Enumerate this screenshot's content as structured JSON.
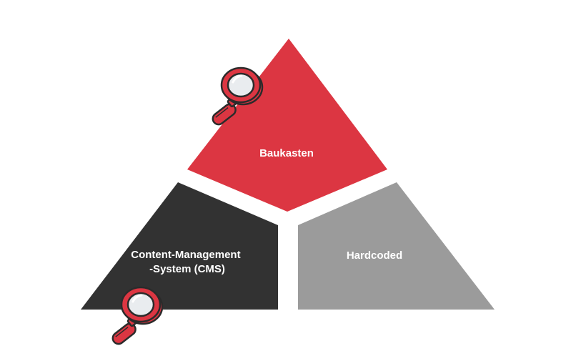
{
  "diagram": {
    "segments": {
      "top": {
        "label": "Baukasten",
        "color": "#dc3642"
      },
      "left": {
        "label_line1": "Content-Management",
        "label_line2": "-System (CMS)",
        "color": "#323232"
      },
      "right": {
        "label": "Hardcoded",
        "color": "#9b9b9b"
      }
    },
    "icons": [
      "magnifying-glass-icon",
      "magnifying-glass-icon"
    ],
    "accent_color": "#dc3642",
    "outline_color": "#2b2b2b",
    "lens_color": "#e9ecef"
  }
}
